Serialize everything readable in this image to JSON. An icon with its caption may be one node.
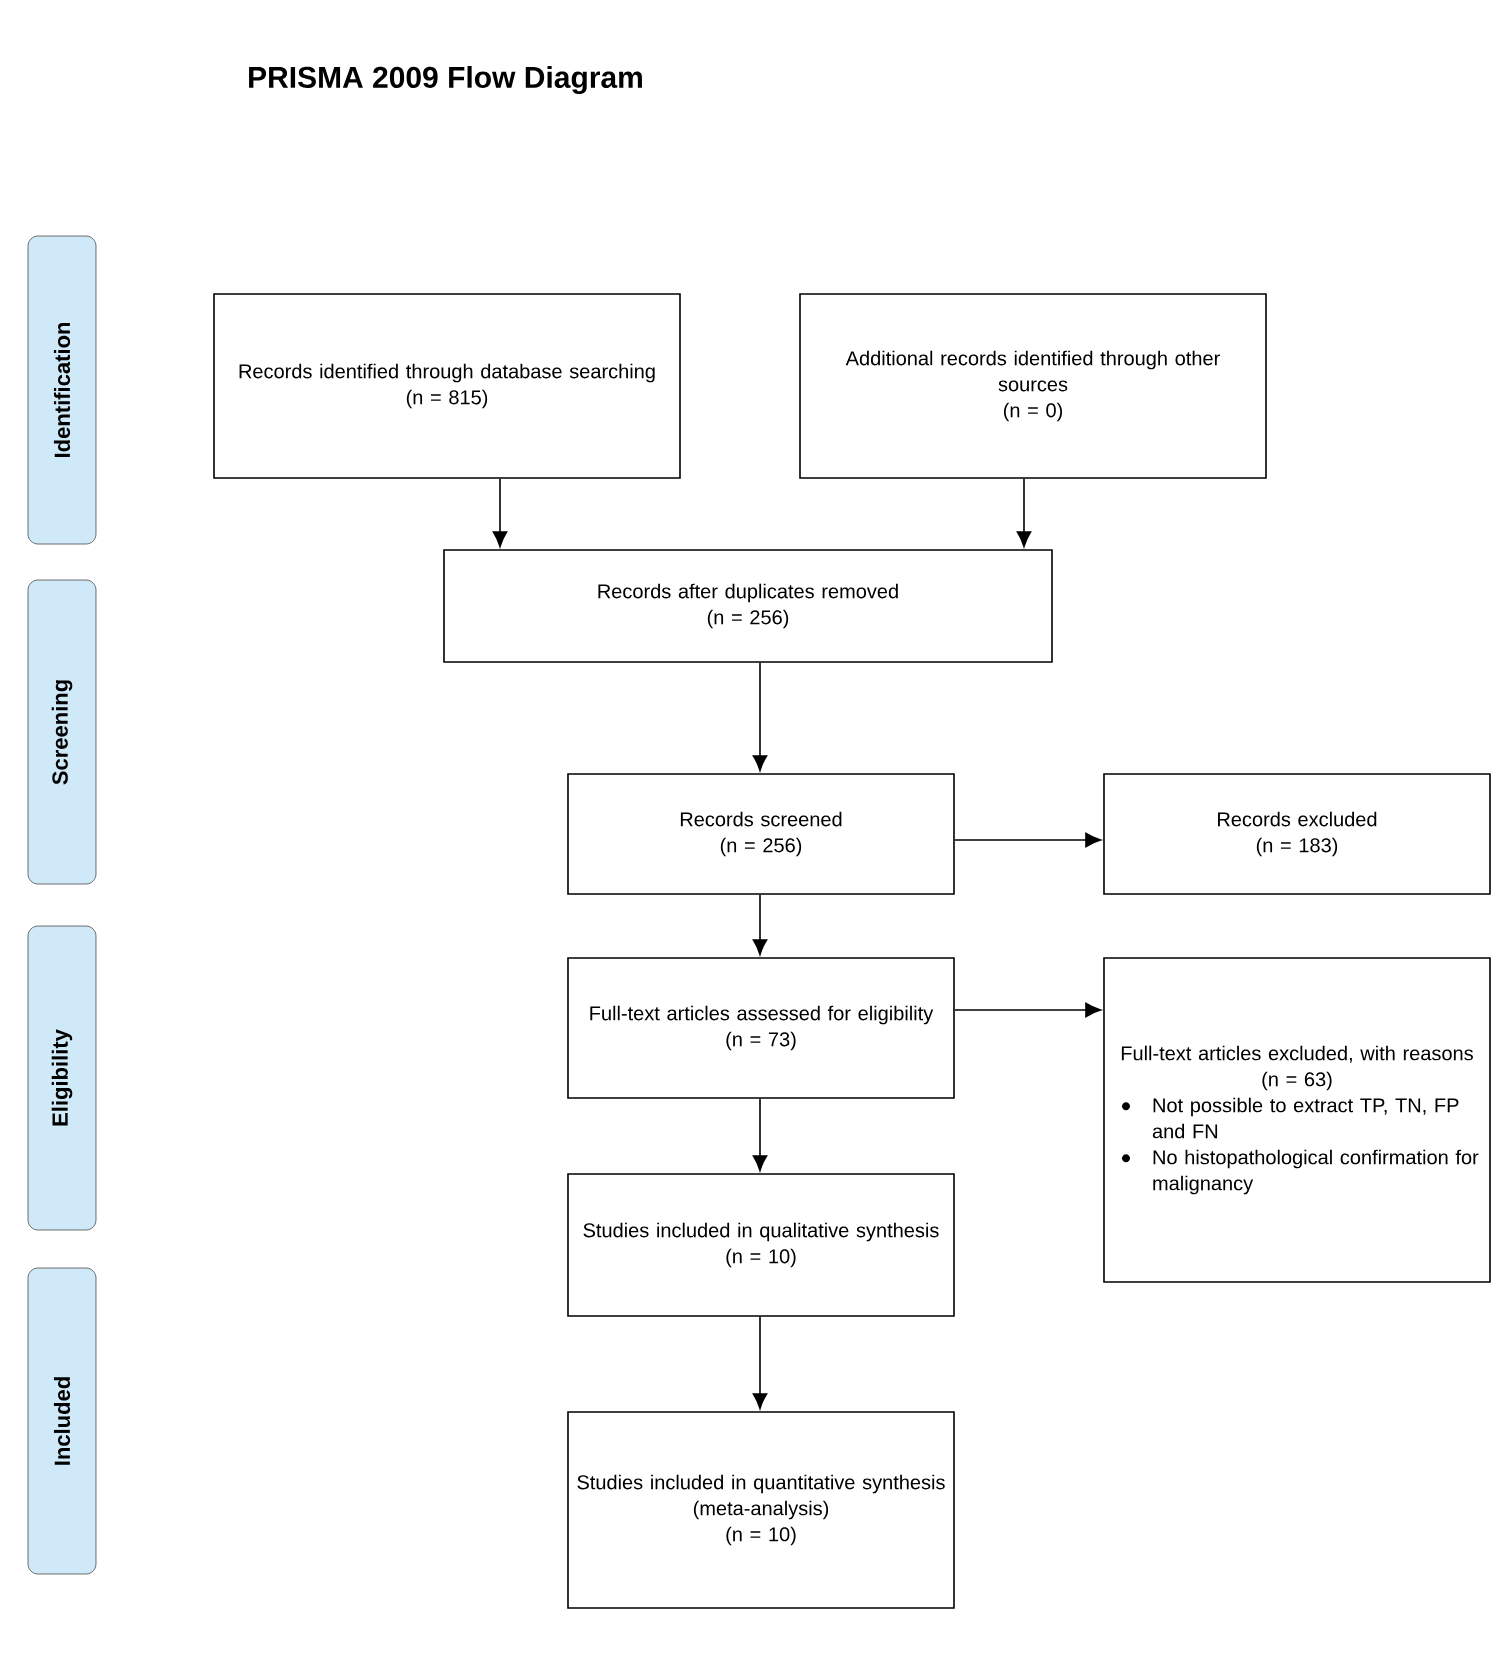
{
  "diagram": {
    "title": "PRISMA 2009 Flow Diagram",
    "nodes": [
      {
        "text": [
          "Identification"
        ]
      },
      {
        "text": [
          "Screening"
        ]
      },
      {
        "text": [
          "Eligibility"
        ]
      },
      {
        "text": [
          "Included"
        ]
      },
      {
        "text": [
          "Records identified through database searching",
          "(n = 815)"
        ]
      },
      {
        "text": [
          "Additional records identified through other sources",
          "(n = 0)"
        ]
      },
      {
        "text": [
          "Records after duplicates removed",
          "(n = 256)"
        ]
      },
      {
        "text": [
          "Records screened",
          "(n = 256)"
        ]
      },
      {
        "text": [
          "Records excluded",
          "(n = 183)"
        ]
      },
      {
        "text": [
          "Full-text articles assessed for eligibility",
          "(n = 73)"
        ]
      },
      {
        "text": [
          "Full-text articles excluded, with reasons",
          "(n = 63)",
          "Not possible to extract TP, TN, FP and FN",
          "No histopathological confirmation for malignancy"
        ]
      },
      {
        "text": [
          "Studies included in qualitative synthesis",
          "(n = 10)"
        ]
      },
      {
        "text": [
          "Studies included in quantitative synthesis (meta-analysis)",
          "(n = 10)"
        ]
      }
    ],
    "edges": [
      {
        "from": 4,
        "to": 6,
        "arrow": "to"
      },
      {
        "from": 5,
        "to": 6,
        "arrow": "to"
      },
      {
        "from": 6,
        "to": 7,
        "arrow": "to"
      },
      {
        "from": 7,
        "to": 8,
        "arrow": "to"
      },
      {
        "from": 7,
        "to": 9,
        "arrow": "to"
      },
      {
        "from": 9,
        "to": 10,
        "arrow": "to"
      },
      {
        "from": 9,
        "to": 11,
        "arrow": "to"
      },
      {
        "from": 11,
        "to": 12,
        "arrow": "to"
      }
    ]
  }
}
